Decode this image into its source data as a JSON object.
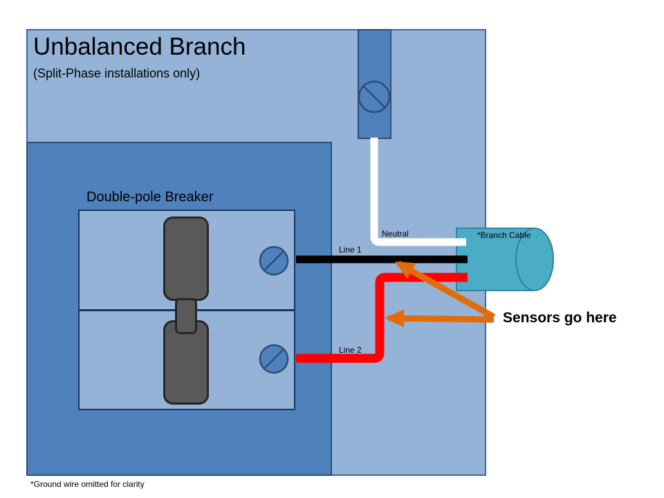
{
  "slide": {
    "title": "Unbalanced Branch",
    "subtitle": "(Split-Phase installations only)",
    "footnote": "*Ground wire omitted for clarity"
  },
  "diagram": {
    "breaker_label": "Double-pole Breaker",
    "wire_labels": {
      "neutral": "Neutral",
      "line1": "Line 1",
      "line2": "Line 2"
    },
    "cable_label": "*Branch Cable",
    "annotation": "Sensors go here"
  },
  "colors": {
    "panel_light": "#95b3d7",
    "panel_dark": "#4f81bd",
    "panel_border": "#2c4d75",
    "breaker_border": "#17375e",
    "toggle_gray": "#595959",
    "wire_white": "#ffffff",
    "wire_black": "#000000",
    "wire_red": "#ff0000",
    "cable_teal": "#4bacc6",
    "cable_border": "#31859c",
    "arrow_orange": "#e36c0a"
  }
}
